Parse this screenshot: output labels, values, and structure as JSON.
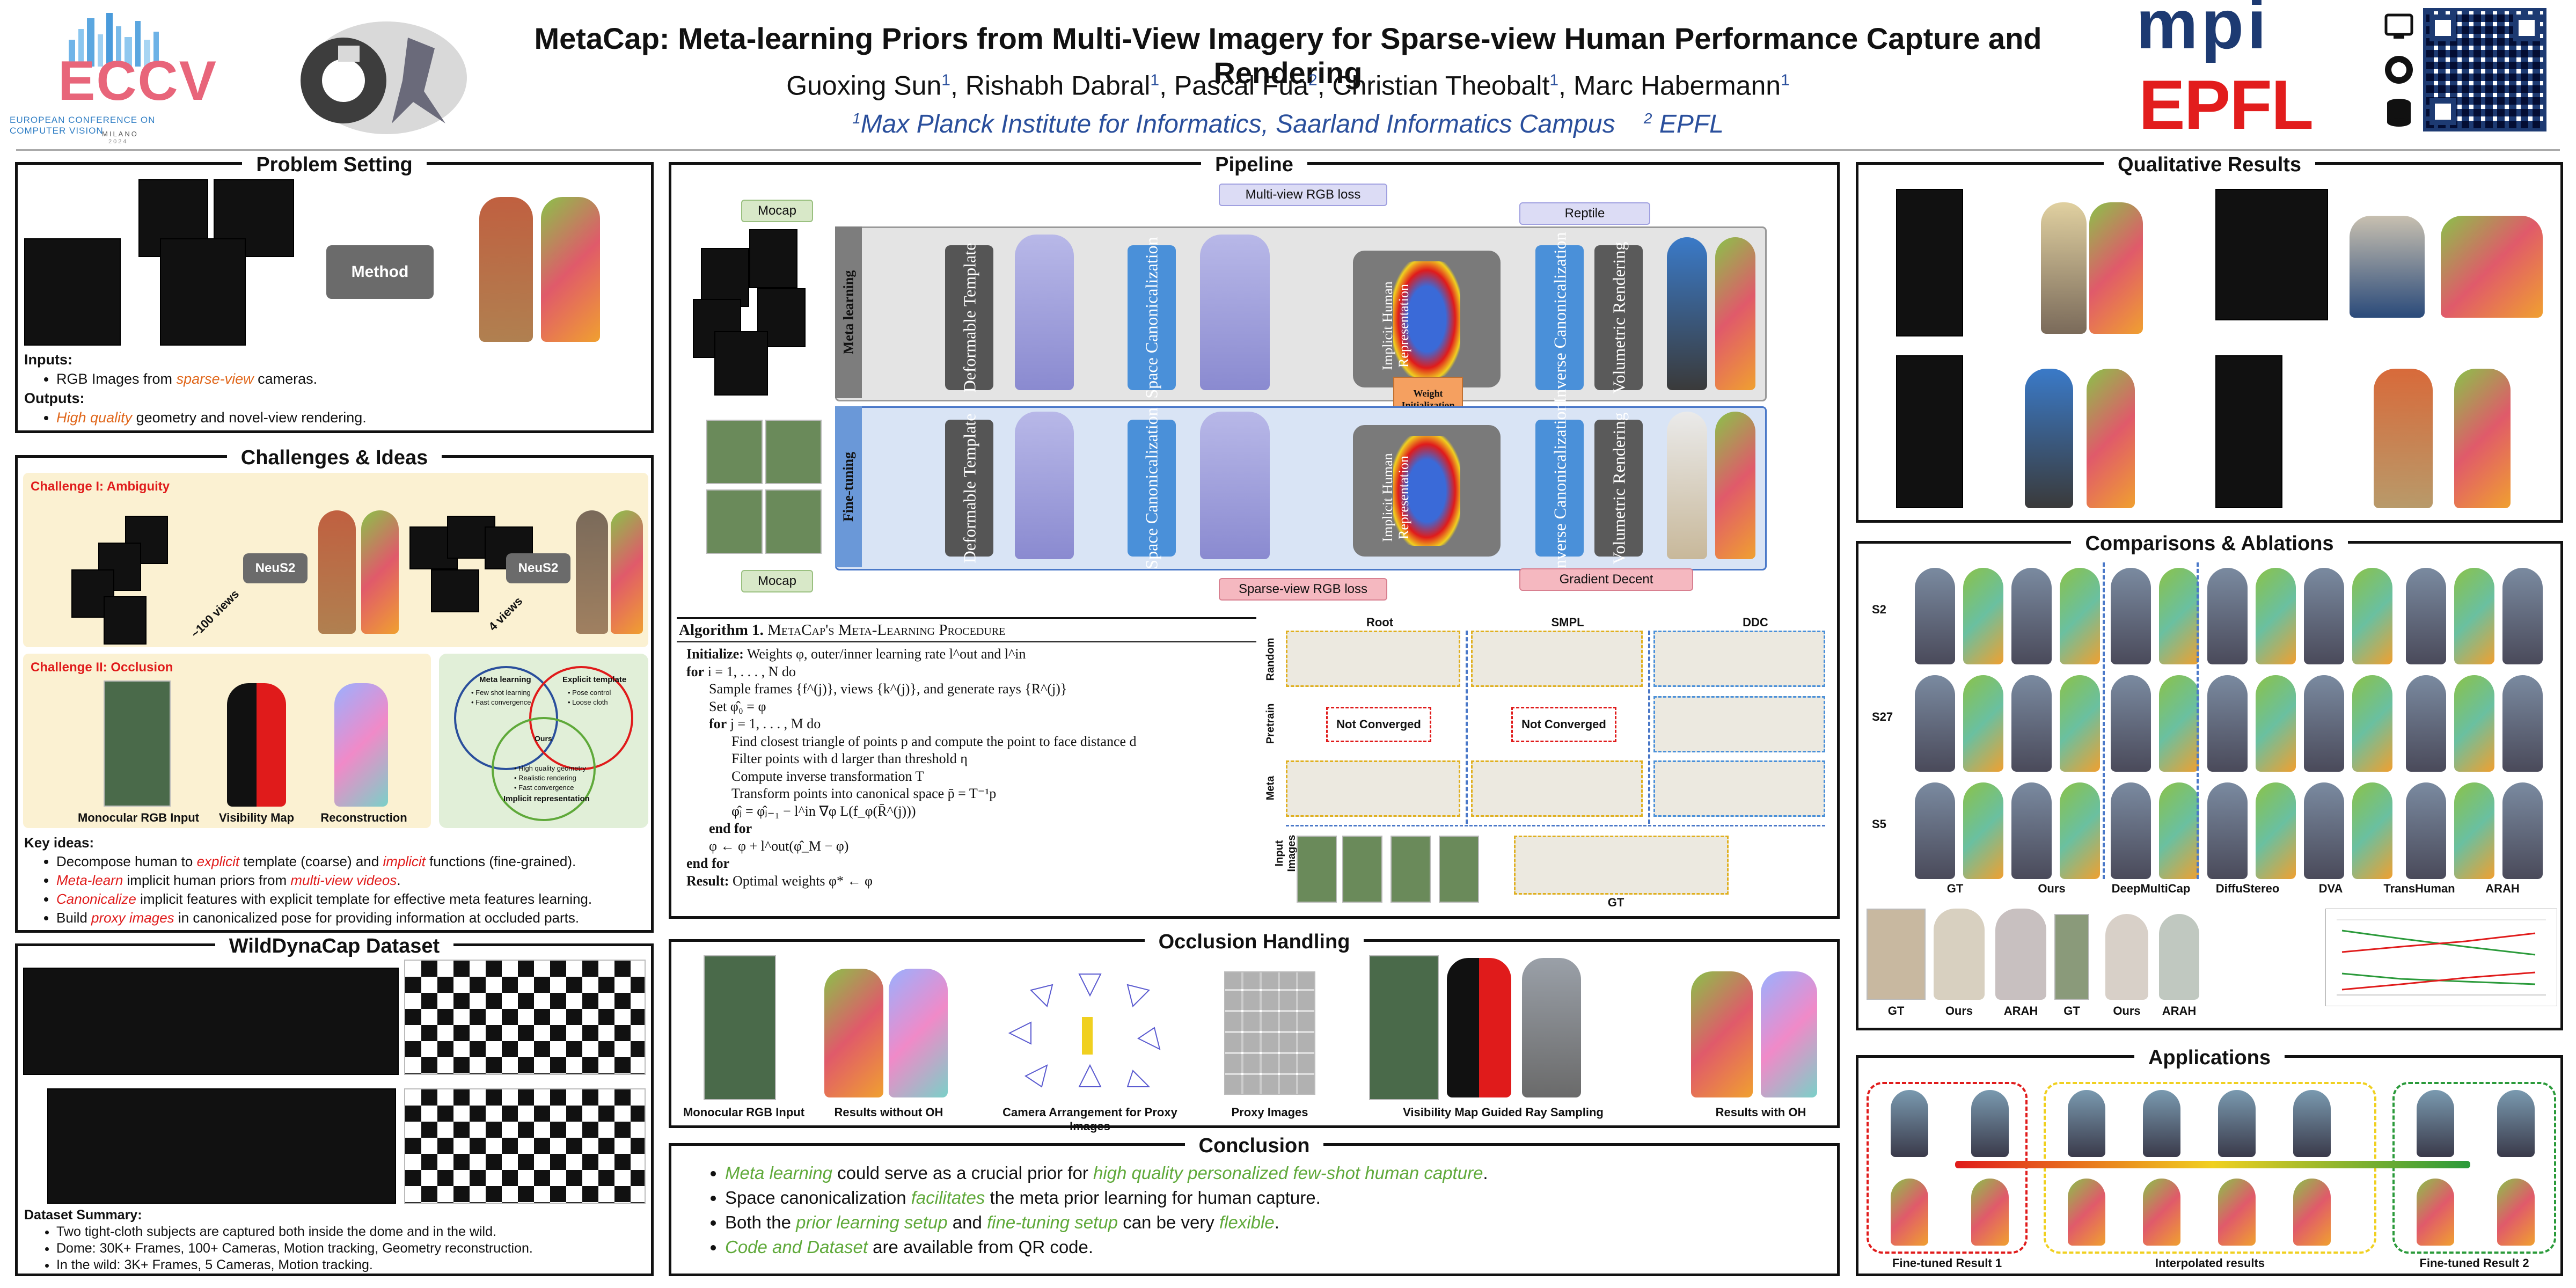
{
  "header": {
    "title": "MetaCap: Meta-learning Priors from Multi-View Imagery for Sparse-view Human Performance Capture and Rendering",
    "authors": [
      {
        "name": "Guoxing Sun",
        "aff": "1"
      },
      {
        "name": "Rishabh Dabral",
        "aff": "1"
      },
      {
        "name": "Pascal Fua",
        "aff": "2"
      },
      {
        "name": "Christian Theobalt",
        "aff": "1"
      },
      {
        "name": "Marc Habermann",
        "aff": "1"
      }
    ],
    "aff1_num": "1",
    "aff1": "Max Planck Institute for Informatics, Saarland Informatics Campus",
    "aff2_num": "2",
    "aff2": "EPFL",
    "eccv": "ECCV",
    "eccv_sub": "EUROPEAN CONFERENCE ON COMPUTER VISION",
    "eccv_city": "MILANO",
    "eccv_year": "2024",
    "mpi": "mpi",
    "epfl": "EPFL"
  },
  "problem": {
    "title": "Problem Setting",
    "method_label": "Method",
    "inputs_label": "Inputs:",
    "inputs_pre": "RGB Images from ",
    "inputs_hl": "sparse-view",
    "inputs_post": " cameras.",
    "outputs_label": "Outputs:",
    "outputs_hl": "High quality",
    "outputs_post": " geometry and novel-view rendering."
  },
  "challenges": {
    "title": "Challenges & Ideas",
    "c1": "Challenge I: Ambiguity",
    "c1_views_a": "~100 views",
    "c1_views_b": "4 views",
    "neus": "NeuS2",
    "c2": "Challenge II: Occlusion",
    "cap_rgb": "Monocular RGB Input",
    "cap_vis": "Visibility Map",
    "cap_rec": "Reconstruction",
    "venn_meta": "Meta learning",
    "venn_meta_items": [
      "Few shot learning",
      "Fast convergence"
    ],
    "venn_expl": "Explicit template",
    "venn_expl_items": [
      "Pose control",
      "Loose cloth"
    ],
    "venn_impl": "Implicit representation",
    "venn_impl_items": [
      "High quality geometry",
      "Realistic rendering",
      "Fast convergence"
    ],
    "venn_center": "Ours",
    "key_label": "Key ideas:",
    "k1_a": "Decompose human to ",
    "k1_b": "explicit",
    "k1_c": " template (coarse) and ",
    "k1_d": "implicit",
    "k1_e": " functions (fine-grained).",
    "k2_a": "Meta-learn",
    "k2_b": " implicit human priors from ",
    "k2_c": "multi-view videos",
    "k2_d": ".",
    "k3_a": "Canonicalize",
    "k3_b": " implicit features with explicit template for effective meta features learning.",
    "k4_a": "Build ",
    "k4_b": "proxy images",
    "k4_c": " in canonicalized pose for providing information at occluded parts."
  },
  "dataset": {
    "title": "WildDynaCap Dataset",
    "summary_label": "Dataset Summary:",
    "items": [
      "Two tight-cloth subjects are captured both inside the dome and in the wild.",
      "Dome: 30K+ Frames, 100+ Cameras, Motion tracking, Geometry reconstruction.",
      "In the wild: 3K+ Frames, 5 Cameras, Motion tracking."
    ]
  },
  "pipeline": {
    "title": "Pipeline",
    "mocap": "Mocap",
    "mv_loss": "Multi-view RGB loss",
    "reptile": "Reptile",
    "meta_learning": "Meta learning",
    "fine_tuning": "Fine-tuning",
    "deformable": "Deformable Template",
    "space": "Space Canonicalization",
    "implicit": "Implicit Human Representation",
    "inverse": "Inverse Canonicalization",
    "volumetric": "Volumetric Rendering",
    "weight_init": "Weight Initialization",
    "sv_loss": "Sparse-view RGB loss",
    "grad": "Gradient Decent"
  },
  "algorithm": {
    "title_a": "Algorithm 1.",
    "title_b": "MetaCap's Meta-Learning Procedure",
    "lines": [
      {
        "indent": 0,
        "kw": "Initialize:",
        "text": " Weights φ, outer/inner learning rate l^out and l^in"
      },
      {
        "indent": 0,
        "kw": "for",
        "text": " i = 1, . . . , N do"
      },
      {
        "indent": 1,
        "kw": "",
        "text": "Sample frames {f^(j)}, views {k^(j)}, and generate rays {R^(j)}"
      },
      {
        "indent": 1,
        "kw": "",
        "text": "Set φ̂₀ = φ"
      },
      {
        "indent": 1,
        "kw": "for",
        "text": " j = 1, . . . , M do"
      },
      {
        "indent": 2,
        "kw": "",
        "text": "Find closest triangle of points p and compute the point to face distance d"
      },
      {
        "indent": 2,
        "kw": "",
        "text": "Filter points with d larger than threshold η"
      },
      {
        "indent": 2,
        "kw": "",
        "text": "Compute inverse transformation T"
      },
      {
        "indent": 2,
        "kw": "",
        "text": "Transform points into canonical space p̄ = T⁻¹p"
      },
      {
        "indent": 2,
        "kw": "",
        "text": "φ̂ⱼ = φ̂ⱼ₋₁ − l^in ∇φ L(f_φ(R̄^(j)))"
      },
      {
        "indent": 1,
        "kw": "end for",
        "text": ""
      },
      {
        "indent": 1,
        "kw": "",
        "text": "φ ← φ + l^out(φ̂_M − φ)"
      },
      {
        "indent": 0,
        "kw": "end for",
        "text": ""
      },
      {
        "indent": 0,
        "kw": "Result:",
        "text": " Optimal weights φ* ← φ"
      }
    ]
  },
  "init_grid": {
    "cols": [
      "Root",
      "SMPL",
      "DDC"
    ],
    "rows": [
      "Random",
      "Pretrain",
      "Meta"
    ],
    "not_converged": "Not Converged",
    "input_images": "Input Images",
    "gt": "GT"
  },
  "occlusion": {
    "title": "Occlusion Handling",
    "caps": [
      "Monocular RGB Input",
      "Results without OH",
      "Camera Arrangement for Proxy Images",
      "Proxy Images",
      "Visibility Map Guided Ray Sampling",
      "Results with OH"
    ]
  },
  "conclusion": {
    "title": "Conclusion",
    "l1_a": "Meta learning",
    "l1_b": " could serve as a crucial prior for ",
    "l1_c": "high  quality personalized few-shot human capture",
    "l1_d": ".",
    "l2_a": "Space canonicalization ",
    "l2_b": "facilitates",
    "l2_c": "  the meta prior learning for human capture.",
    "l3_a": "Both the ",
    "l3_b": "prior learning setup",
    "l3_c": " and ",
    "l3_d": "fine-tuning setup",
    "l3_e": " can be very ",
    "l3_f": "flexible",
    "l3_g": ".",
    "l4_a": "Code and Dataset",
    "l4_b": " are available from QR code."
  },
  "qualitative": {
    "title": "Qualitative Results"
  },
  "comparisons": {
    "title": "Comparisons & Ablations",
    "rows": [
      "S2",
      "S27",
      "S5"
    ],
    "cols": [
      "GT",
      "Ours",
      "DeepMultiCap",
      "DiffuStereo",
      "DVA",
      "TransHuman",
      "ARAH"
    ],
    "bottom_caps": [
      "GT",
      "Ours",
      "ARAH",
      "GT",
      "Ours",
      "ARAH"
    ]
  },
  "applications": {
    "title": "Applications",
    "caps": [
      "Fine-tuned Result 1",
      "Interpolated results",
      "Fine-tuned Result 2"
    ]
  },
  "colors": {
    "blue_text": "#2a4f9c",
    "orange": "#e0661a",
    "red": "#e01b1b",
    "green": "#5fa93a",
    "module_blue": "#4a90d9",
    "module_dark": "#555555"
  }
}
